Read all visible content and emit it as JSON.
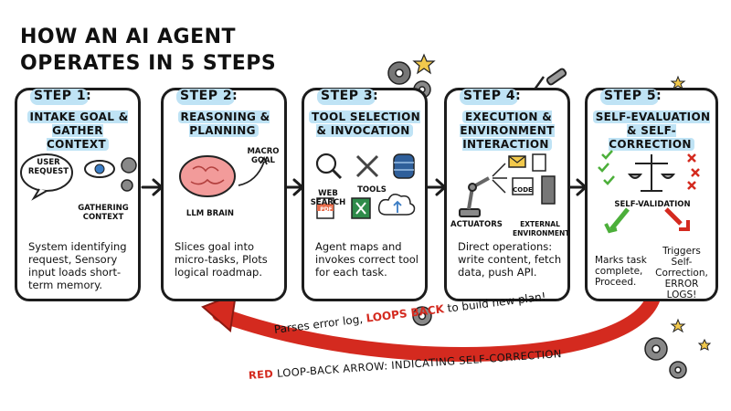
{
  "title": {
    "line1": "HOW AN AI AGENT",
    "line2": "OPERATES IN 5 STEPS"
  },
  "steps": [
    {
      "step": "STEP 1:",
      "heading": "INTAKE GOAL & GATHER CONTEXT",
      "labels": {
        "a": "USER REQUEST",
        "b": "GATHERING CONTEXT"
      },
      "body": "System identifying request, Sensory input loads short-term memory."
    },
    {
      "step": "STEP 2:",
      "heading": "REASONING & PLANNING",
      "labels": {
        "a": "LLM BRAIN",
        "b": "MACRO GOAL"
      },
      "body": "Slices goal into micro-tasks, Plots logical roadmap."
    },
    {
      "step": "STEP 3:",
      "heading": "TOOL SELECTION & INVOCATION",
      "labels": {
        "a": "WEB SEARCH",
        "b": "TOOLS",
        "c": "PDF"
      },
      "body": "Agent maps and invokes correct tool for each task."
    },
    {
      "step": "STEP 4:",
      "heading": "EXECUTION & ENVIRONMENT INTERACTION",
      "labels": {
        "a": "ACTUATORS",
        "b": "EXTERNAL ENVIRONMENT",
        "c": "CODE"
      },
      "body": "Direct operations: write content, fetch data, push API."
    },
    {
      "step": "STEP 5:",
      "heading": "SELF-EVALUATION & SELF-CORRECTION",
      "labels": {
        "a": "SELF-VALIDATION"
      },
      "outcomes": {
        "success": "Marks task complete, Proceed.",
        "fail": "Triggers Self-Correction, ERROR LOGS!"
      }
    }
  ],
  "loop": {
    "caption_pre": "Parses error log, ",
    "caption_red": "LOOPS BACK",
    "caption_post": " to build new plan!",
    "note_red": "RED",
    "note_rest": " LOOP-BACK ARROW: INDICATING SELF-CORRECTION"
  },
  "colors": {
    "accent_blue": "#bfe3f5",
    "red": "#d42a1f",
    "brain_pink": "#f29b9a",
    "check_green": "#4caf3a"
  }
}
